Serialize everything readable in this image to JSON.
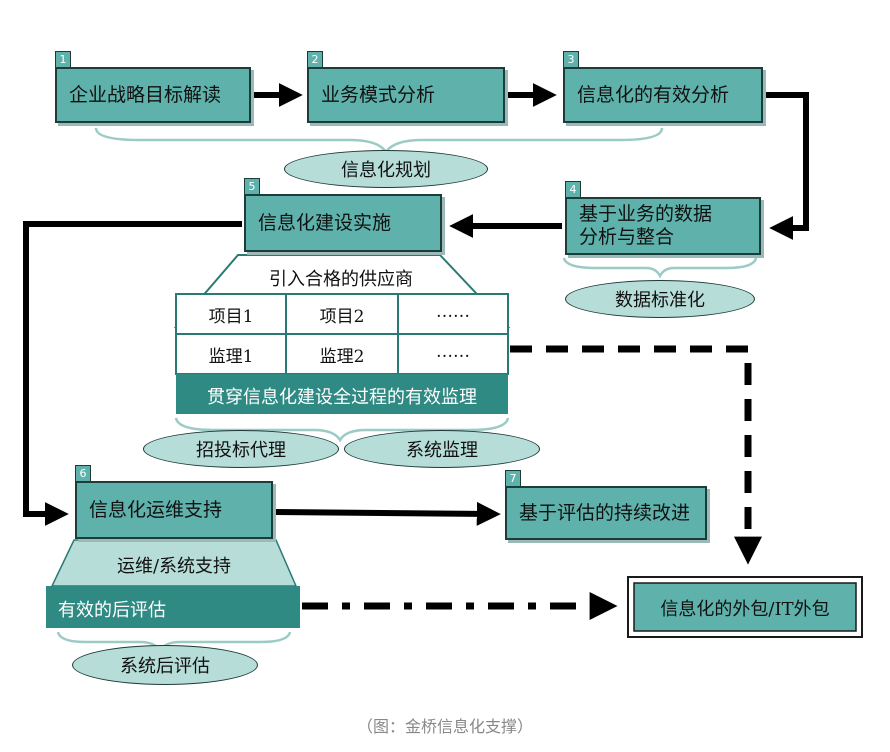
{
  "steps": {
    "s1": {
      "num": "1",
      "label": "企业战略目标解读"
    },
    "s2": {
      "num": "2",
      "label": "业务模式分析"
    },
    "s3": {
      "num": "3",
      "label": "信息化的有效分析"
    },
    "s4": {
      "num": "4",
      "label_line1": "基于业务的数据",
      "label_line2": "分析与整合"
    },
    "s5": {
      "num": "5",
      "label": "信息化建设实施"
    },
    "s6": {
      "num": "6",
      "label": "信息化运维支持"
    },
    "s7": {
      "num": "7",
      "label": "基于评估的持续改进"
    }
  },
  "ellipses": {
    "planning": "信息化规划",
    "standardization": "数据标准化",
    "bidding": "招投标代理",
    "supervision": "系统监理",
    "post_evaluation": "系统后评估"
  },
  "implementation": {
    "supplier": "引入合格的供应商",
    "row1": [
      "项目1",
      "项目2",
      "……"
    ],
    "row2": [
      "监理1",
      "监理2",
      "……"
    ],
    "footer": "贯穿信息化建设全过程的有效监理"
  },
  "operation": {
    "support": "运维/系统支持",
    "evaluation": "有效的后评估"
  },
  "outsourcing": "信息化的外包/IT外包",
  "caption": "（图：金桥信息化支撑）",
  "colors": {
    "box": "#5fb2ac",
    "ellipse": "#b6ddd8",
    "arrow": "#000000"
  }
}
